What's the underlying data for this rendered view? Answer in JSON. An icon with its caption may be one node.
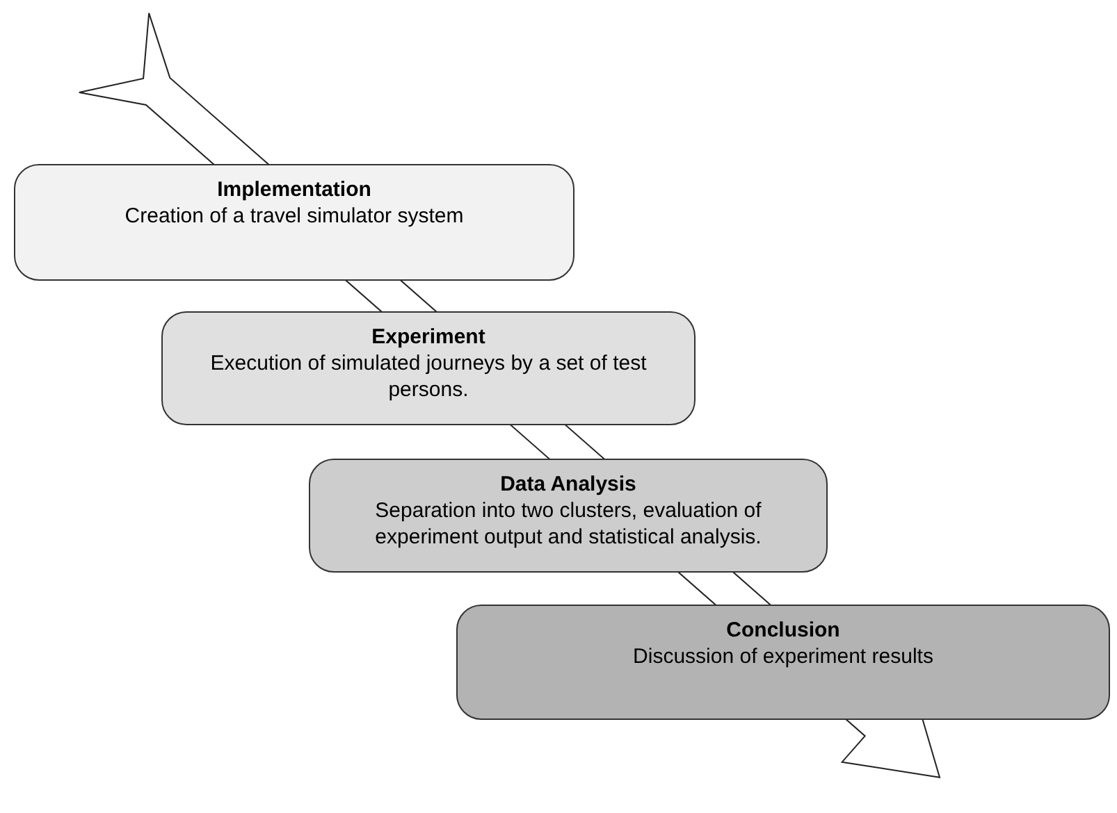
{
  "diagram": {
    "nodes": [
      {
        "text": [
          "Implementation",
          "Creation of a travel simulator system"
        ]
      },
      {
        "text": [
          "Experiment",
          "Execution of simulated journeys by a set of test persons."
        ]
      },
      {
        "text": [
          "Data Analysis",
          "Separation into two clusters, evaluation of experiment output and statistical analysis."
        ]
      },
      {
        "text": [
          "Conclusion",
          "Discussion of experiment results"
        ]
      }
    ]
  }
}
